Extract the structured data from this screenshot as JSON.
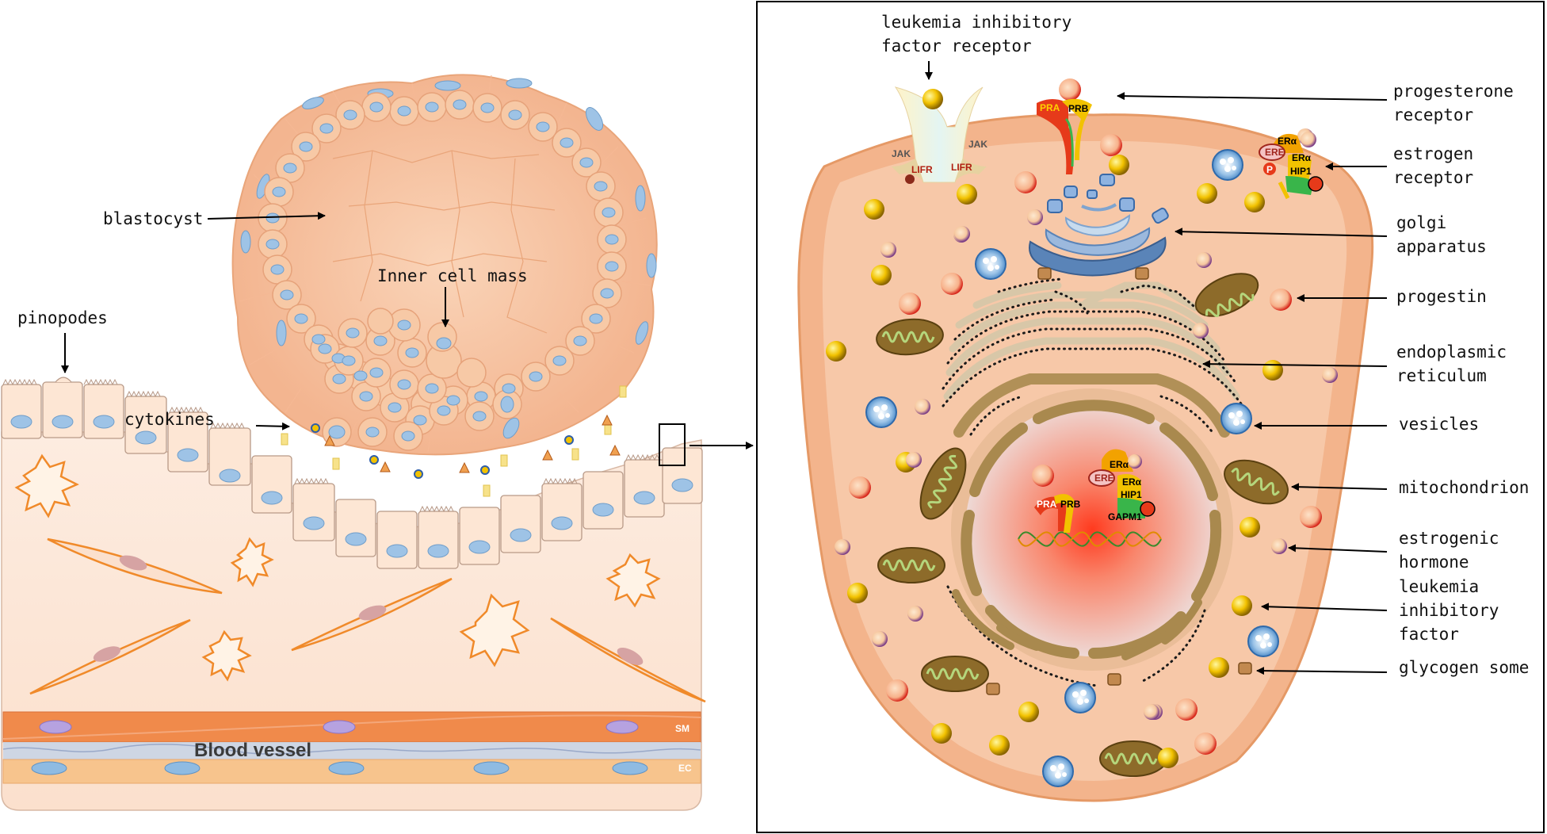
{
  "left_panel": {
    "labels": {
      "blastocyst": "blastocyst",
      "inner_cell_mass": "Inner cell mass",
      "pinopodes": "pinopodes",
      "cytokines": "cytokines",
      "blood_vessel": "Blood vessel",
      "sm": "SM",
      "ec": "EC"
    }
  },
  "right_panel": {
    "top_label": [
      "leukemia inhibitory",
      "factor receptor"
    ],
    "callouts": [
      {
        "id": "progesterone-receptor",
        "lines": [
          "progesterone",
          "receptor"
        ]
      },
      {
        "id": "estrogen-receptor",
        "lines": [
          "estrogen",
          "receptor"
        ]
      },
      {
        "id": "golgi-apparatus",
        "lines": [
          "golgi",
          "apparatus"
        ]
      },
      {
        "id": "progestin",
        "lines": [
          "progestin"
        ]
      },
      {
        "id": "endoplasmic-reticulum",
        "lines": [
          "endoplasmic",
          "reticulum"
        ]
      },
      {
        "id": "vesicles",
        "lines": [
          "vesicles"
        ]
      },
      {
        "id": "mitochondrion",
        "lines": [
          "mitochondrion"
        ]
      },
      {
        "id": "estrogenic-hormone",
        "lines": [
          "estrogenic",
          "hormone"
        ]
      },
      {
        "id": "leukemia-inhibitory-factor",
        "lines": [
          "leukemia",
          "inhibitory",
          "factor"
        ]
      },
      {
        "id": "glycogen-some",
        "lines": [
          "glycogen some"
        ]
      }
    ],
    "molecule_labels": {
      "jak": "JAK",
      "lifr": "LIFR",
      "pra": "PRA",
      "prb": "PRB",
      "ere": "ERE",
      "er_alpha": "ERα",
      "hip1": "HIP1",
      "gapm1": "GAPM1",
      "p": "P"
    }
  },
  "colors": {
    "cell_fill": "#f7c9a6",
    "cell_stroke": "#e9a57a",
    "nucleus_blue": "#9ec3e6",
    "smooth_muscle": "#f08a4b",
    "stroma": "#fde6d4",
    "cytoplasm": "#f3b48c",
    "mito_fill": "#8d6b2a",
    "mito_cristae": "#b5d67c"
  }
}
